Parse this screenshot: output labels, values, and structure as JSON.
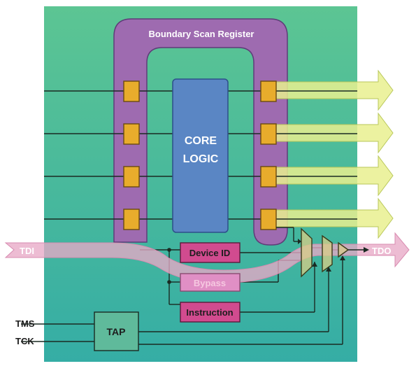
{
  "diagram": {
    "boundary_scan_register_label": "Boundary Scan Register",
    "core_logic_line1": "CORE",
    "core_logic_line2": "LOGIC",
    "device_id_label": "Device ID",
    "bypass_label": "Bypass",
    "instruction_label": "Instruction",
    "tap_label": "TAP",
    "tdi_label": "TDI",
    "tdo_label": "TDO",
    "tms_label": "TMS",
    "tck_label": "TCK"
  },
  "colors": {
    "background_top": "#5cc593",
    "background_bottom": "#38b0a2",
    "register_purple": "#9e6bb0",
    "core_blue": "#5a86c4",
    "cell_orange": "#e8ac2c",
    "yellow_arrow": "#e9f08f",
    "pink_register": "#d14b8f",
    "bypass_pink": "#e08fc5",
    "tap_green": "#5fba9b",
    "path_pink": "#e8a9c6"
  }
}
